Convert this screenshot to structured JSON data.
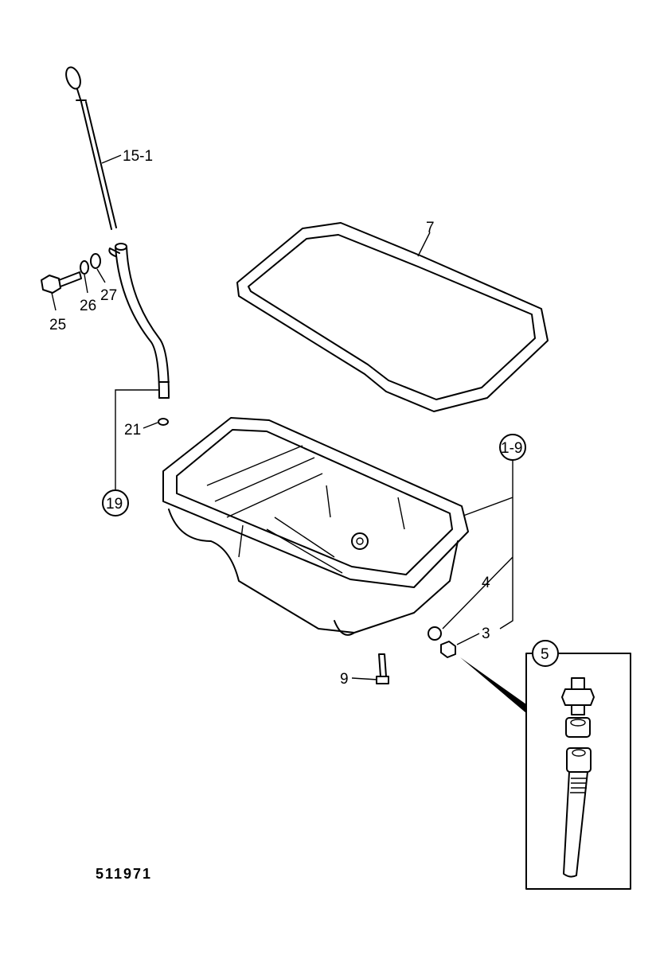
{
  "diagram": {
    "drawing_number": "511971",
    "callouts": {
      "dipstick": "15-1",
      "gasket": "7",
      "bolt": "25",
      "washer_a": "26",
      "washer_b": "27",
      "o_ring": "21",
      "guide_tube": "19",
      "oil_pan_assembly": "1-9",
      "seal_ring": "4",
      "drain_plug": "3",
      "drain_kit": "5",
      "pan_bolt": "9"
    }
  }
}
